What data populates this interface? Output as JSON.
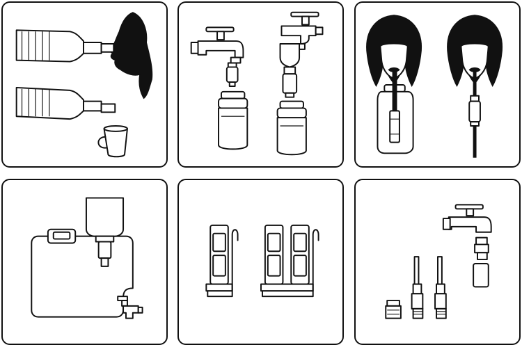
{
  "panels": [
    {
      "name": "bottle-drinking-and-pouring"
    },
    {
      "name": "faucet-and-thermos"
    },
    {
      "name": "straw-drinking"
    },
    {
      "name": "water-container"
    },
    {
      "name": "countertop-filters"
    },
    {
      "name": "faucet-attachment-parts"
    }
  ],
  "colors": {
    "ink": "#111111",
    "background": "#ffffff"
  }
}
